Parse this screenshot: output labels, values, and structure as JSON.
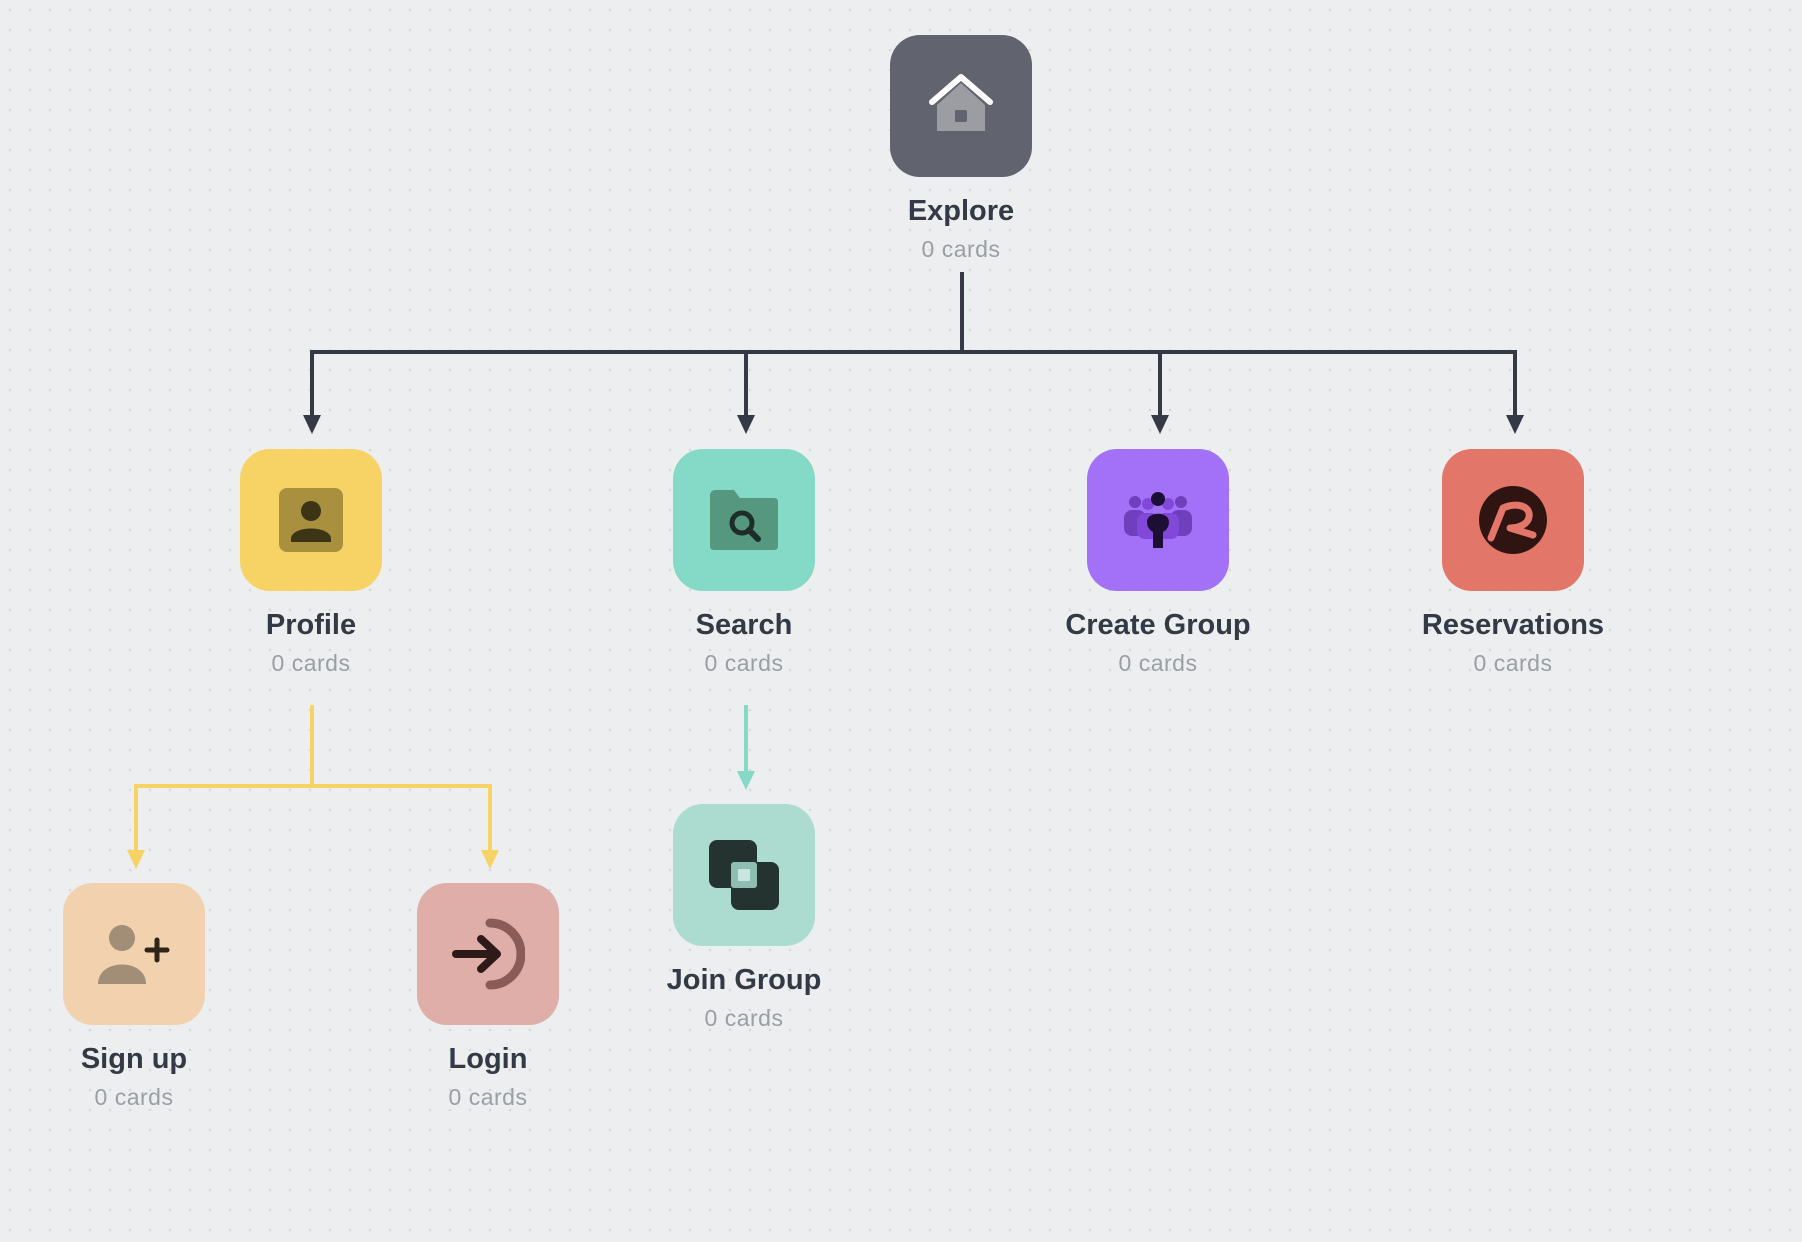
{
  "nodes": {
    "explore": {
      "title": "Explore",
      "count": "0 cards",
      "color": "#61646f",
      "icon": "home-icon"
    },
    "profile": {
      "title": "Profile",
      "count": "0 cards",
      "color": "#f7d264",
      "icon": "contact-card-icon"
    },
    "search": {
      "title": "Search",
      "count": "0 cards",
      "color": "#84dac7",
      "icon": "folder-search-icon"
    },
    "create_group": {
      "title": "Create Group",
      "count": "0 cards",
      "color": "#a371f7",
      "icon": "group-icon"
    },
    "reservations": {
      "title": "Reservations",
      "count": "0 cards",
      "color": "#e27668",
      "icon": "reservation-logo-icon"
    },
    "join_group": {
      "title": "Join Group",
      "count": "0 cards",
      "color": "#acdccf",
      "icon": "overlapping-squares-icon"
    },
    "sign_up": {
      "title": "Sign up",
      "count": "0 cards",
      "color": "#f2d1ae",
      "icon": "user-add-icon"
    },
    "login": {
      "title": "Login",
      "count": "0 cards",
      "color": "#dfaea9",
      "icon": "login-arrow-icon"
    }
  },
  "edges": [
    {
      "from": "explore",
      "to": "profile",
      "color": "#333a45"
    },
    {
      "from": "explore",
      "to": "search",
      "color": "#333a45"
    },
    {
      "from": "explore",
      "to": "create_group",
      "color": "#333a45"
    },
    {
      "from": "explore",
      "to": "reservations",
      "color": "#333a45"
    },
    {
      "from": "profile",
      "to": "sign_up",
      "color": "#f7d264"
    },
    {
      "from": "profile",
      "to": "login",
      "color": "#f7d264"
    },
    {
      "from": "search",
      "to": "join_group",
      "color": "#84dac7"
    }
  ]
}
